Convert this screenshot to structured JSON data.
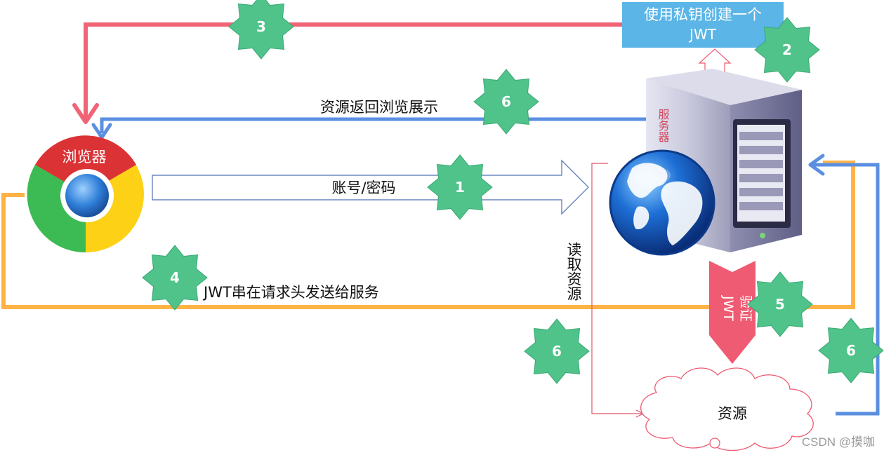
{
  "browser": {
    "label": "浏览器"
  },
  "server": {
    "label": "服务器"
  },
  "jwt_box": {
    "line1": "使用私钥创建一个",
    "line2": "JWT"
  },
  "verify_arrow": {
    "line1": "验证",
    "line2": "JWT"
  },
  "resource_cloud": {
    "label": "资源"
  },
  "flows": {
    "login": "账号/密码",
    "return_resource": "资源返回浏览展示",
    "jwt_in_header": "JWT串在请求头发送给服务",
    "read_resource": "读取资源"
  },
  "steps": [
    {
      "id": "step-1",
      "label": "1"
    },
    {
      "id": "step-2",
      "label": "2"
    },
    {
      "id": "step-3",
      "label": "3"
    },
    {
      "id": "step-4",
      "label": "4"
    },
    {
      "id": "step-5",
      "label": "5"
    },
    {
      "id": "step-6a",
      "label": "6"
    },
    {
      "id": "step-6b",
      "label": "6"
    },
    {
      "id": "step-6c",
      "label": "6"
    }
  ],
  "watermark": "CSDN @摸咖",
  "colors": {
    "red_flow": "#f06476",
    "blue_flow": "#5b8fe0",
    "orange_flow": "#ffb347",
    "badge": "#4fc38a",
    "jwt_box": "#5bb5e6",
    "verify_arrow": "#ee5b72"
  }
}
